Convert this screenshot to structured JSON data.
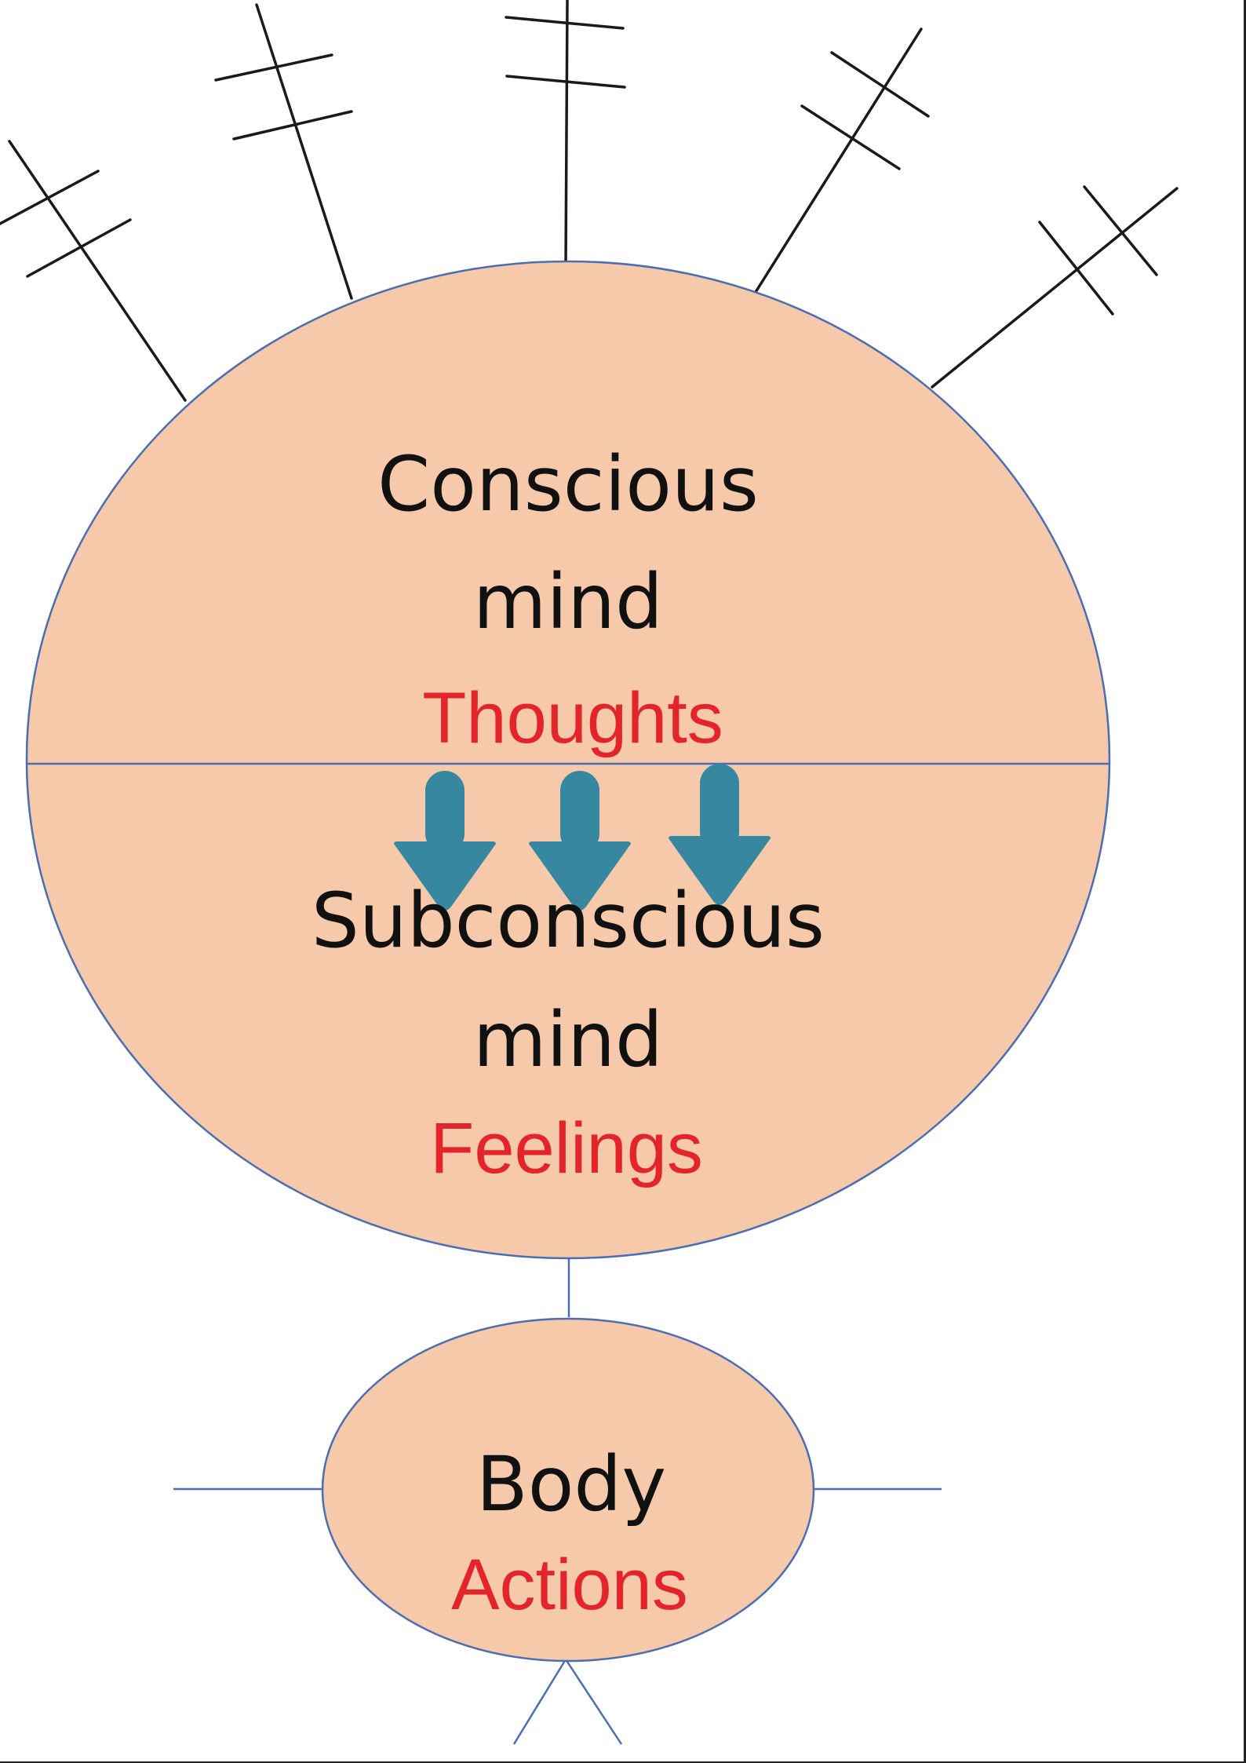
{
  "diagram": {
    "head": {
      "title_line1": "Conscious",
      "title_line2": "mind",
      "keyword": "Thoughts"
    },
    "subconscious": {
      "title_line1": "Subconscious",
      "title_line2": "mind",
      "keyword": "Feelings"
    },
    "body": {
      "title": "Body",
      "keyword": "Actions"
    },
    "colors": {
      "fill": "#f5c9a9",
      "outline": "#4a6db3",
      "keyword": "#e3242b",
      "arrow": "#36879f",
      "antenna": "#1a1a1a"
    },
    "arrows": {
      "count": 3,
      "direction": "down"
    }
  }
}
